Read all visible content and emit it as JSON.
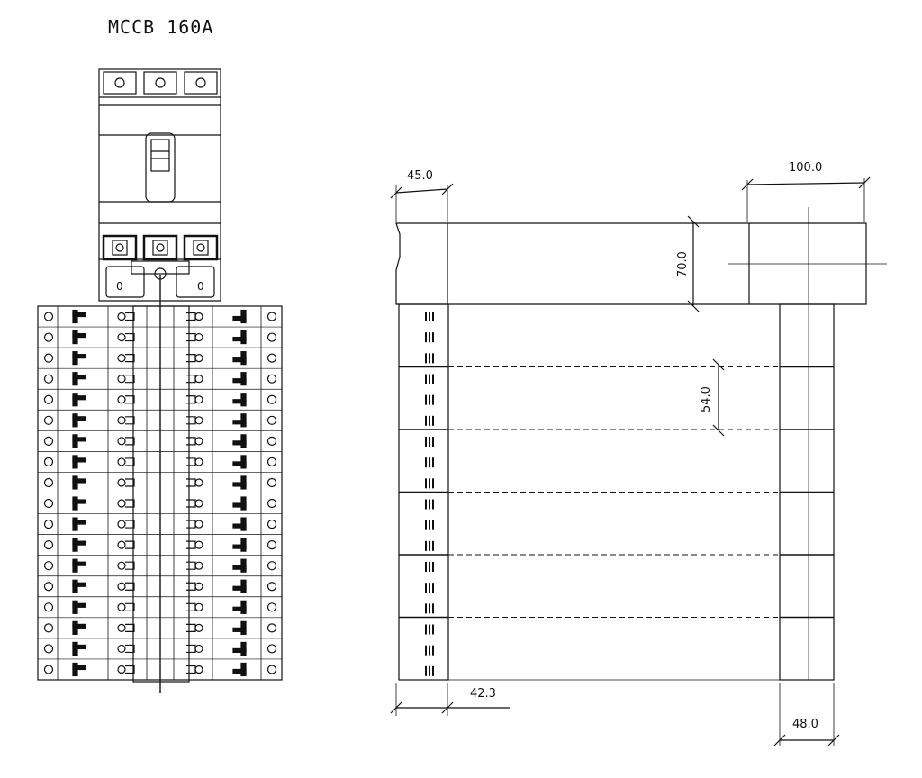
{
  "title": "MCCB 160A",
  "mccb": {
    "terminal_marks": [
      "0",
      "0"
    ]
  },
  "dimensions": {
    "front_width": "45.0",
    "top_box_width": "100.0",
    "top_box_height": "70.0",
    "row_pitch": "54.0",
    "bottom_depth": "42.3",
    "column_width": "48.0"
  },
  "rows": {
    "breaker_rows": 18,
    "side_sections": 6,
    "slots_per_section": 3
  },
  "colors": {
    "line": "#111111",
    "background": "#ffffff"
  }
}
